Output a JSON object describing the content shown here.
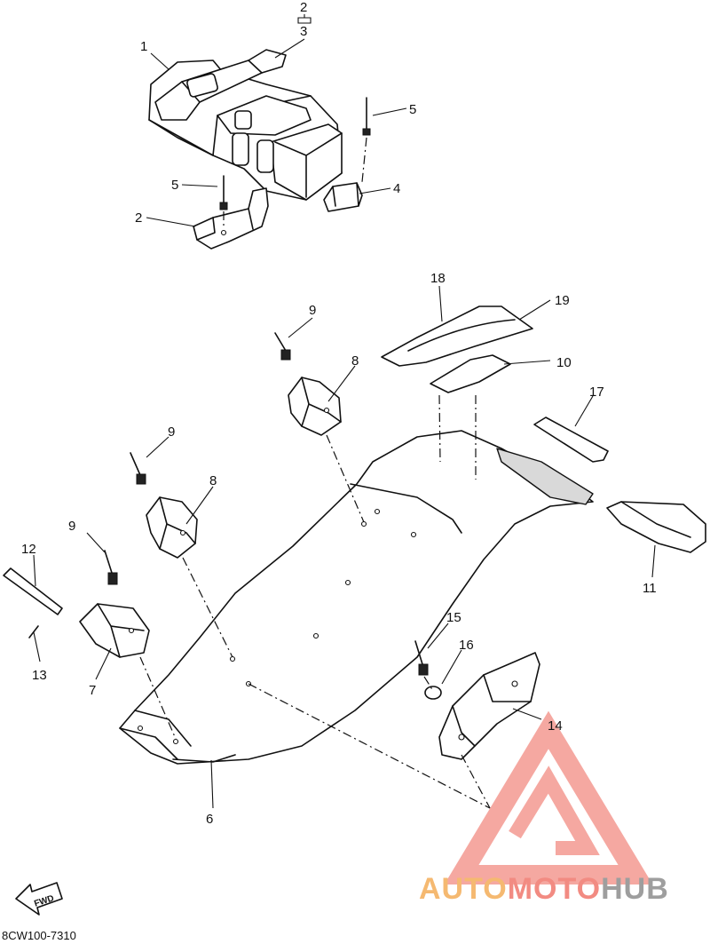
{
  "callouts": {
    "c1": "1",
    "c2a": "2",
    "c2b": "2",
    "c3": "3",
    "c4": "4",
    "c5a": "5",
    "c5b": "5",
    "c6": "6",
    "c7": "7",
    "c8a": "8",
    "c8b": "8",
    "c9a": "9",
    "c9b": "9",
    "c9c": "9",
    "c10": "10",
    "c11": "11",
    "c12": "12",
    "c13": "13",
    "c14": "14",
    "c15": "15",
    "c16": "16",
    "c17": "17",
    "c18": "18",
    "c19": "19"
  },
  "fwd_label": "FWD",
  "diagram_code": "8CW100-7310",
  "watermark": {
    "part1": "AUTO",
    "part2": "MOTO",
    "part3": "HUB",
    "color_auto": "#f5b971",
    "color_moto": "#f28b82",
    "color_hub": "#9e9e9e"
  }
}
